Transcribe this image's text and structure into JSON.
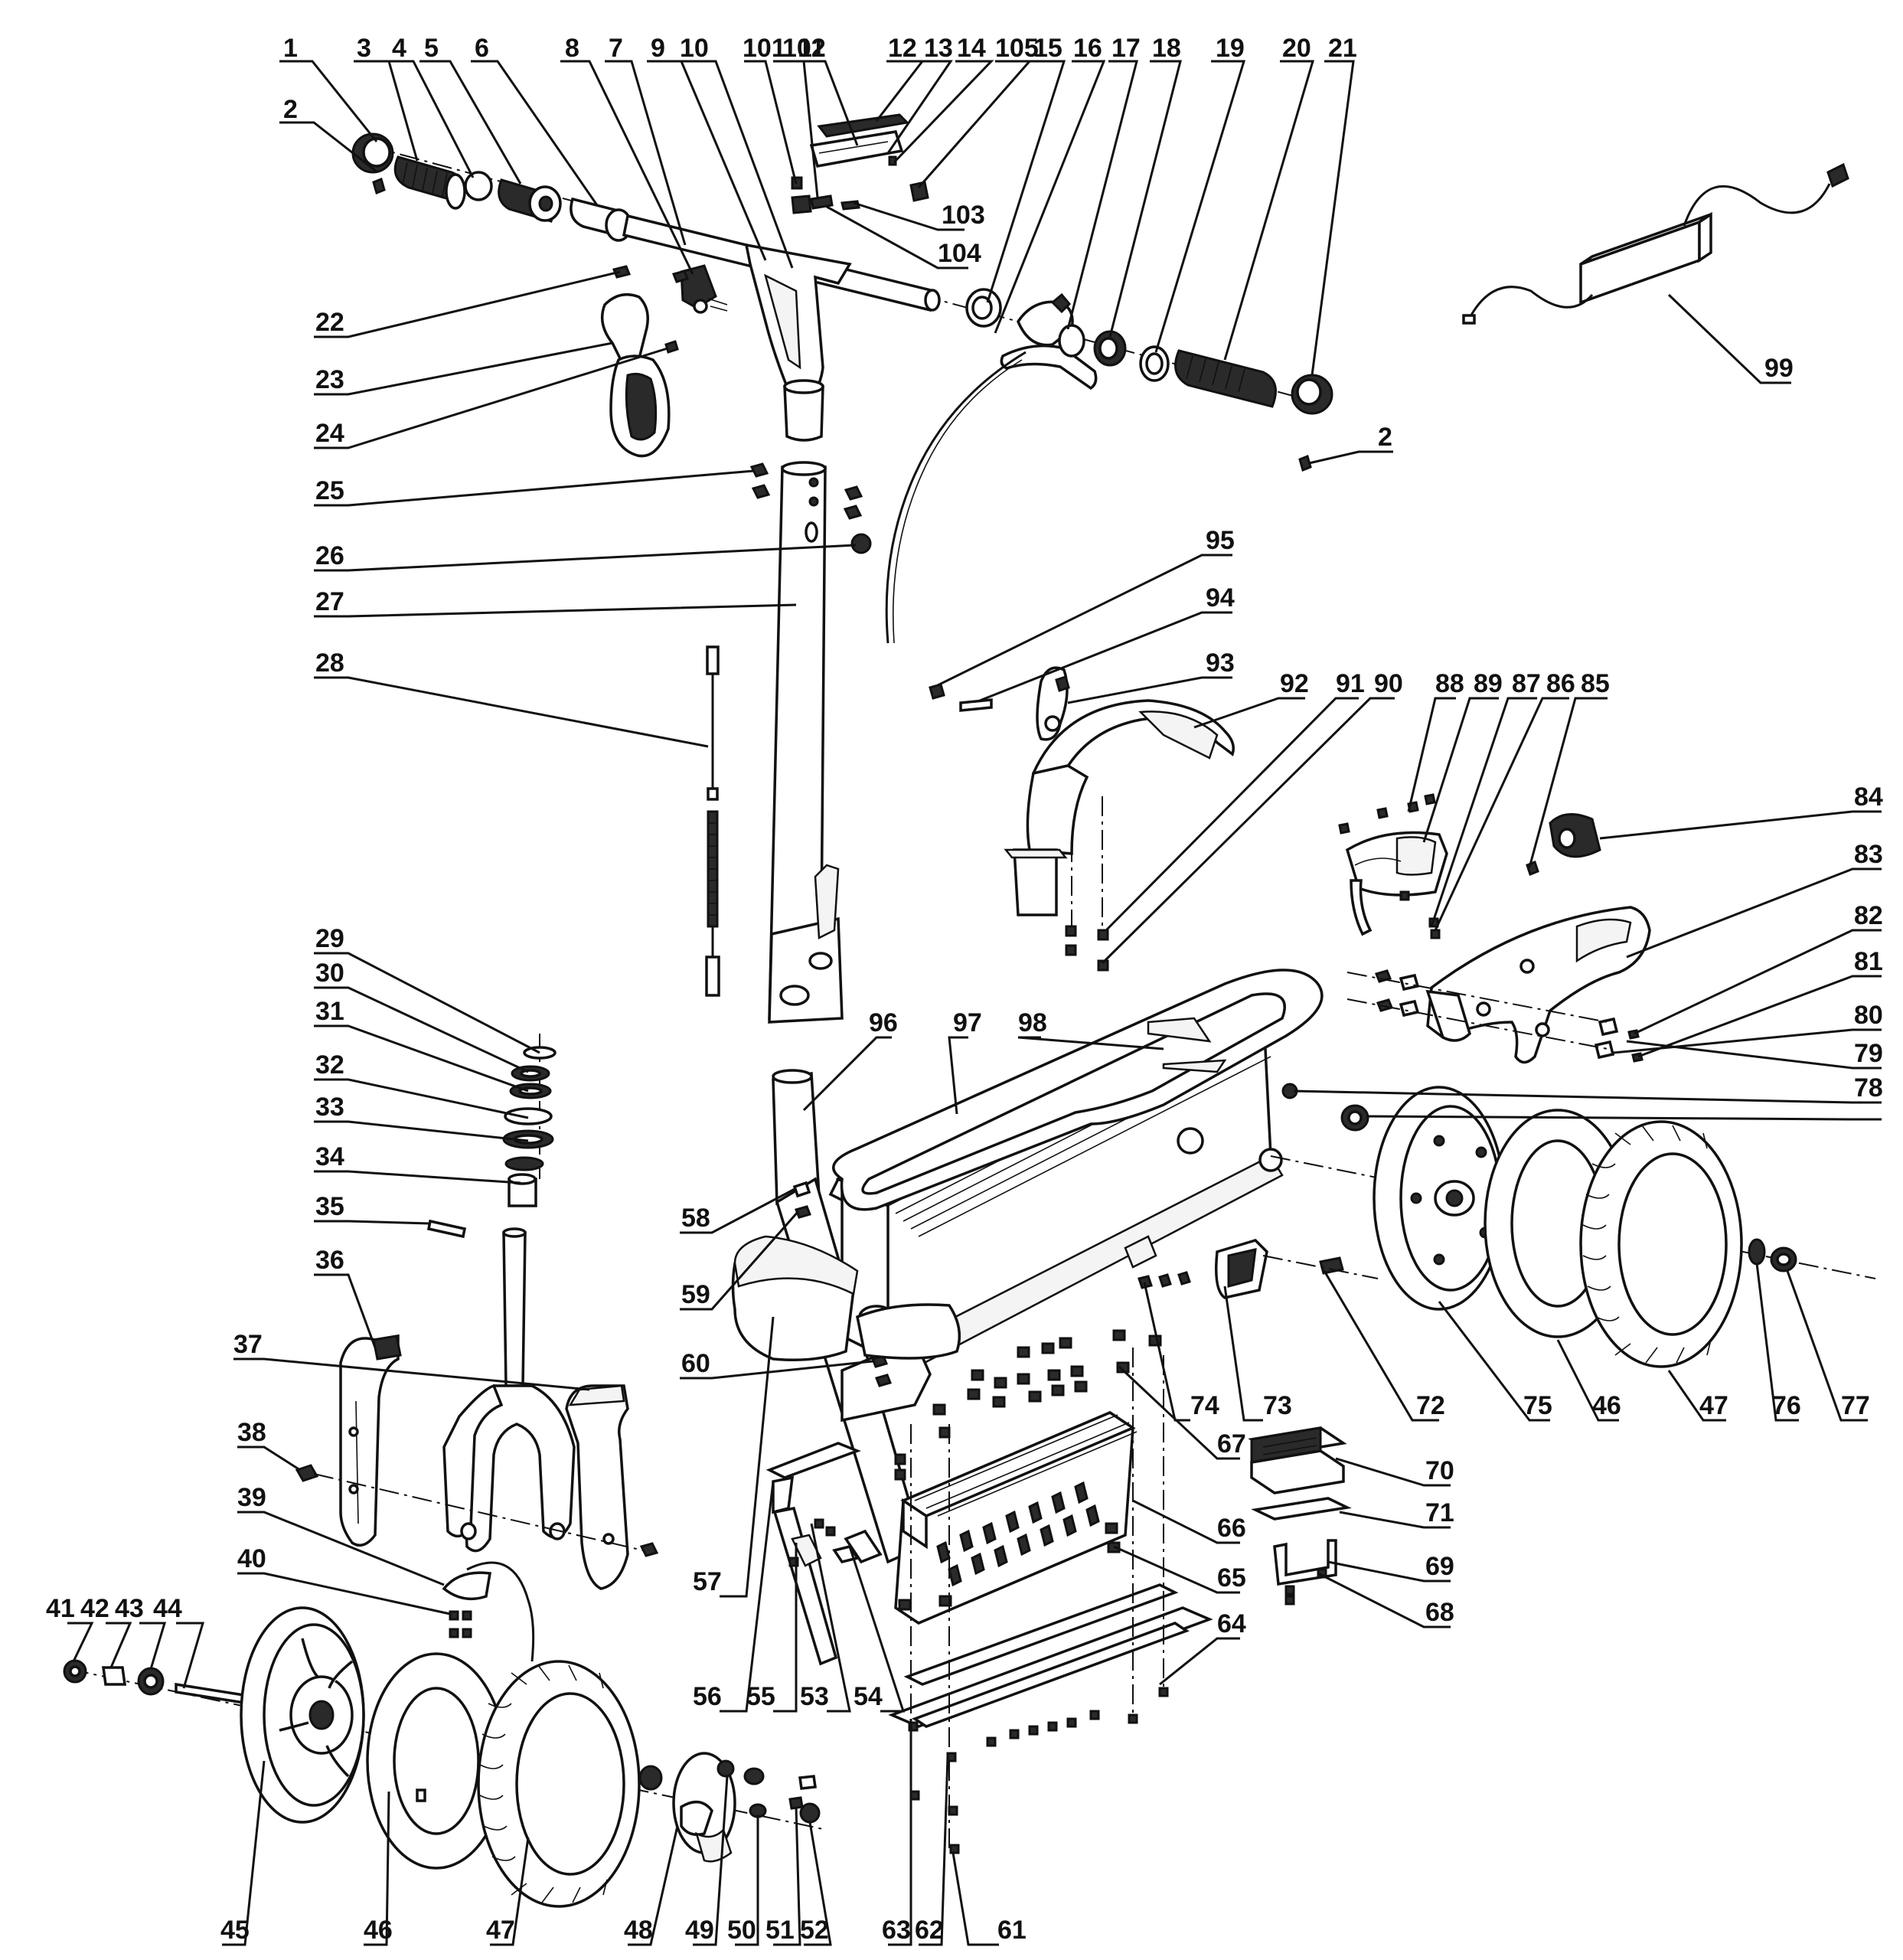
{
  "diagram": {
    "labels": [
      {
        "id": "c1",
        "text": "1"
      },
      {
        "id": "c2a",
        "text": "2"
      },
      {
        "id": "c3",
        "text": "3"
      },
      {
        "id": "c4",
        "text": "4"
      },
      {
        "id": "c5",
        "text": "5"
      },
      {
        "id": "c6",
        "text": "6"
      },
      {
        "id": "c8",
        "text": "8"
      },
      {
        "id": "c7",
        "text": "7"
      },
      {
        "id": "c9",
        "text": "9"
      },
      {
        "id": "c10",
        "text": "10"
      },
      {
        "id": "c101",
        "text": "101"
      },
      {
        "id": "c102",
        "text": "102"
      },
      {
        "id": "c11",
        "text": "11"
      },
      {
        "id": "c12",
        "text": "12"
      },
      {
        "id": "c13",
        "text": "13"
      },
      {
        "id": "c14",
        "text": "14"
      },
      {
        "id": "c105",
        "text": "105"
      },
      {
        "id": "c15",
        "text": "15"
      },
      {
        "id": "c16",
        "text": "16"
      },
      {
        "id": "c17",
        "text": "17"
      },
      {
        "id": "c18",
        "text": "18"
      },
      {
        "id": "c19",
        "text": "19"
      },
      {
        "id": "c20",
        "text": "20"
      },
      {
        "id": "c21",
        "text": "21"
      },
      {
        "id": "c103",
        "text": "103"
      },
      {
        "id": "c104",
        "text": "104"
      },
      {
        "id": "c22",
        "text": "22"
      },
      {
        "id": "c23",
        "text": "23"
      },
      {
        "id": "c24",
        "text": "24"
      },
      {
        "id": "c2b",
        "text": "2"
      },
      {
        "id": "c99",
        "text": "99"
      },
      {
        "id": "c25",
        "text": "25"
      },
      {
        "id": "c26",
        "text": "26"
      },
      {
        "id": "c27",
        "text": "27"
      },
      {
        "id": "c28",
        "text": "28"
      },
      {
        "id": "c95",
        "text": "95"
      },
      {
        "id": "c94",
        "text": "94"
      },
      {
        "id": "c93",
        "text": "93"
      },
      {
        "id": "c92",
        "text": "92"
      },
      {
        "id": "c91",
        "text": "91"
      },
      {
        "id": "c90",
        "text": "90"
      },
      {
        "id": "c88",
        "text": "88"
      },
      {
        "id": "c89",
        "text": "89"
      },
      {
        "id": "c87",
        "text": "87"
      },
      {
        "id": "c86",
        "text": "86"
      },
      {
        "id": "c85",
        "text": "85"
      },
      {
        "id": "c84",
        "text": "84"
      },
      {
        "id": "c83",
        "text": "83"
      },
      {
        "id": "c82",
        "text": "82"
      },
      {
        "id": "c81",
        "text": "81"
      },
      {
        "id": "c80",
        "text": "80"
      },
      {
        "id": "c79",
        "text": "79"
      },
      {
        "id": "c78",
        "text": "78"
      },
      {
        "id": "c29",
        "text": "29"
      },
      {
        "id": "c30",
        "text": "30"
      },
      {
        "id": "c31",
        "text": "31"
      },
      {
        "id": "c32",
        "text": "32"
      },
      {
        "id": "c33",
        "text": "33"
      },
      {
        "id": "c34",
        "text": "34"
      },
      {
        "id": "c35",
        "text": "35"
      },
      {
        "id": "c36",
        "text": "36"
      },
      {
        "id": "c37",
        "text": "37"
      },
      {
        "id": "c38",
        "text": "38"
      },
      {
        "id": "c39",
        "text": "39"
      },
      {
        "id": "c40",
        "text": "40"
      },
      {
        "id": "c96",
        "text": "96"
      },
      {
        "id": "c97",
        "text": "97"
      },
      {
        "id": "c98",
        "text": "98"
      },
      {
        "id": "c58",
        "text": "58"
      },
      {
        "id": "c59",
        "text": "59"
      },
      {
        "id": "c60",
        "text": "60"
      },
      {
        "id": "c57",
        "text": "57"
      },
      {
        "id": "c56",
        "text": "56"
      },
      {
        "id": "c55",
        "text": "55"
      },
      {
        "id": "c53",
        "text": "53"
      },
      {
        "id": "c54",
        "text": "54"
      },
      {
        "id": "c74",
        "text": "74"
      },
      {
        "id": "c73",
        "text": "73"
      },
      {
        "id": "c72",
        "text": "72"
      },
      {
        "id": "c75",
        "text": "75"
      },
      {
        "id": "c46a",
        "text": "46"
      },
      {
        "id": "c47a",
        "text": "47"
      },
      {
        "id": "c76",
        "text": "76"
      },
      {
        "id": "c77",
        "text": "77"
      },
      {
        "id": "c67",
        "text": "67"
      },
      {
        "id": "c66",
        "text": "66"
      },
      {
        "id": "c65",
        "text": "65"
      },
      {
        "id": "c64",
        "text": "64"
      },
      {
        "id": "c70",
        "text": "70"
      },
      {
        "id": "c71",
        "text": "71"
      },
      {
        "id": "c69",
        "text": "69"
      },
      {
        "id": "c68",
        "text": "68"
      },
      {
        "id": "c41",
        "text": "41"
      },
      {
        "id": "c42",
        "text": "42"
      },
      {
        "id": "c43",
        "text": "43"
      },
      {
        "id": "c44",
        "text": "44"
      },
      {
        "id": "c45",
        "text": "45"
      },
      {
        "id": "c46b",
        "text": "46"
      },
      {
        "id": "c47b",
        "text": "47"
      },
      {
        "id": "c48",
        "text": "48"
      },
      {
        "id": "c49",
        "text": "49"
      },
      {
        "id": "c50",
        "text": "50"
      },
      {
        "id": "c51",
        "text": "51"
      },
      {
        "id": "c52",
        "text": "52"
      },
      {
        "id": "c63",
        "text": "63"
      },
      {
        "id": "c62",
        "text": "62"
      },
      {
        "id": "c61",
        "text": "61"
      }
    ]
  }
}
